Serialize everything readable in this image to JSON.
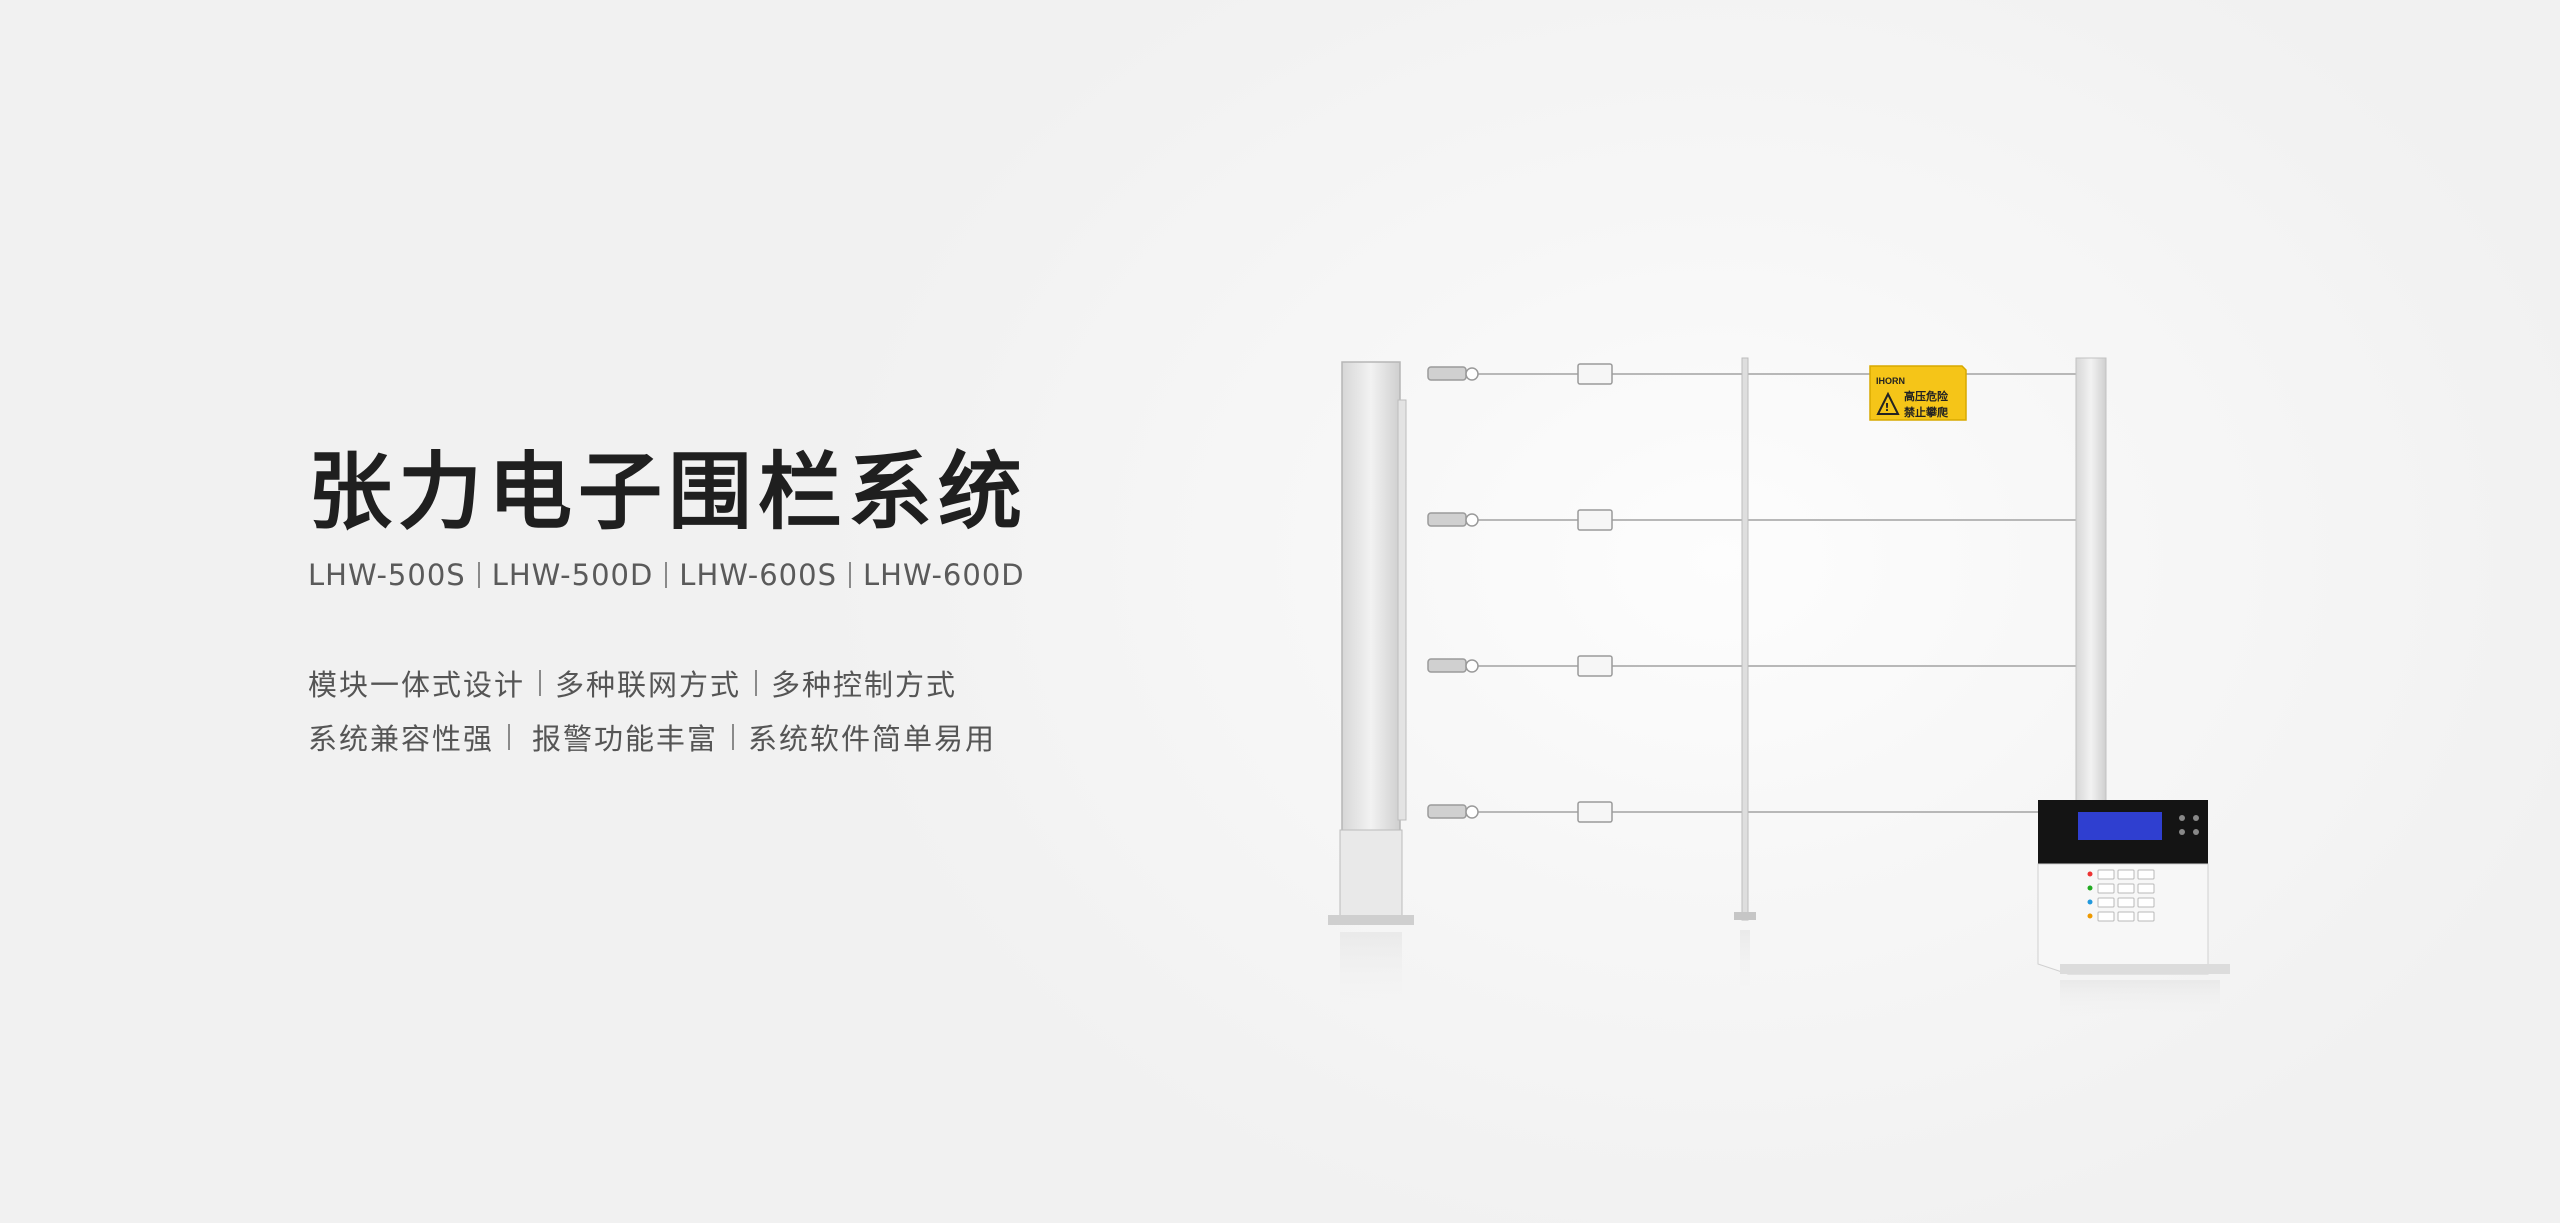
{
  "banner": {
    "title": "张力电子围栏系统",
    "models": [
      "LHW-500S",
      "LHW-500D",
      "LHW-600S",
      "LHW-600D"
    ],
    "features": [
      [
        "模块一体式设计",
        "多种联网方式",
        "多种控制方式"
      ],
      [
        "系统兼容性强",
        "报警功能丰富",
        "系统软件简单易用"
      ]
    ]
  },
  "product": {
    "sign": {
      "brand": "IHORN",
      "line1": "高压危险",
      "line2": "禁止攀爬",
      "color": "#f5c518"
    },
    "screen_color": "#2f3fd0"
  }
}
